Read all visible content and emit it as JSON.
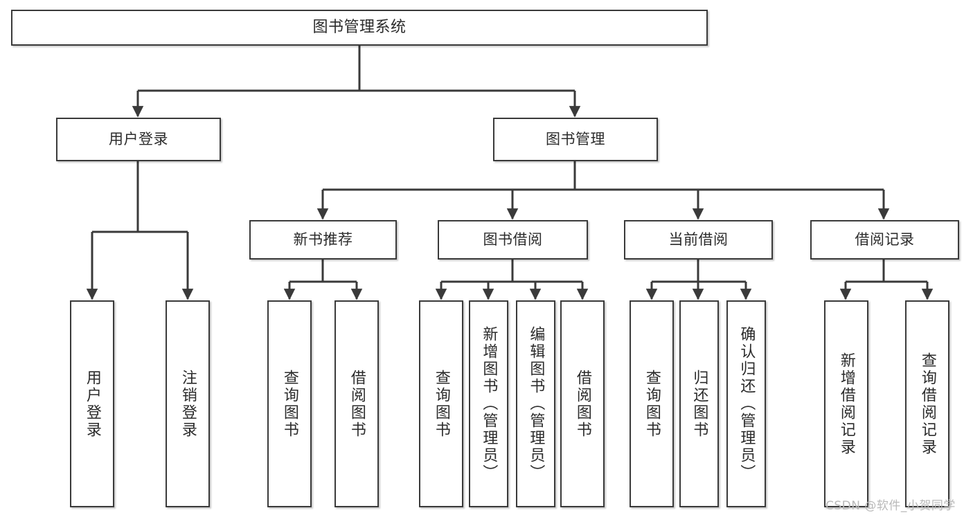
{
  "diagram": {
    "type": "tree-hierarchy",
    "title": "图书管理系统",
    "orientation": "top-down",
    "colors": {
      "stroke": "#3a3a3a",
      "fill": "#ffffff",
      "text": "#2b2b2b",
      "watermark": "#b9b9b9"
    },
    "root": {
      "label": "图书管理系统"
    },
    "level2": [
      {
        "id": "user-login",
        "label": "用户登录"
      },
      {
        "id": "book-manage",
        "label": "图书管理"
      }
    ],
    "level3": [
      {
        "id": "new-book-recommend",
        "label": "新书推荐"
      },
      {
        "id": "book-borrow",
        "label": "图书借阅"
      },
      {
        "id": "current-borrow",
        "label": "当前借阅"
      },
      {
        "id": "borrow-record",
        "label": "借阅记录"
      }
    ],
    "leaves": {
      "user_login": [
        {
          "id": "leaf-user-login",
          "label": "用户登录"
        },
        {
          "id": "leaf-logout-login",
          "label": "注销登录"
        }
      ],
      "new_book_recommend": [
        {
          "id": "leaf-query-book-1",
          "label": "查询图书"
        },
        {
          "id": "leaf-borrow-book-1",
          "label": "借阅图书"
        }
      ],
      "book_borrow": [
        {
          "id": "leaf-query-book-2",
          "label": "查询图书"
        },
        {
          "id": "leaf-add-book",
          "label": "新增图书（管理员）"
        },
        {
          "id": "leaf-edit-book",
          "label": "编辑图书（管理员）"
        },
        {
          "id": "leaf-borrow-book-2",
          "label": "借阅图书"
        }
      ],
      "current_borrow": [
        {
          "id": "leaf-query-book-3",
          "label": "查询图书"
        },
        {
          "id": "leaf-return-book",
          "label": "归还图书"
        },
        {
          "id": "leaf-confirm-return",
          "label": "确认归还（管理员）"
        }
      ],
      "borrow_record": [
        {
          "id": "leaf-add-record",
          "label": "新增借阅记录"
        },
        {
          "id": "leaf-query-record",
          "label": "查询借阅记录"
        }
      ]
    }
  },
  "watermark": {
    "text": "CSDN @软件_小贺同学"
  }
}
